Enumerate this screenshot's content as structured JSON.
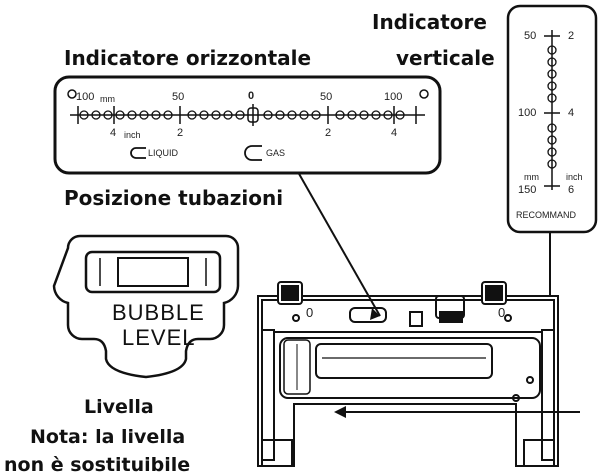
{
  "labels": {
    "horizontal_title": "Indicatore orizzontale",
    "vertical_title_1": "Indicatore",
    "vertical_title_2": "verticale",
    "pipe_position": "Posizione tubazioni",
    "level_caption": "Livella",
    "note_line_1": "Nota: la livella",
    "note_line_2": "non è sostituibile"
  },
  "horizontal_scale": {
    "mm_ticks": [
      "100",
      "50",
      "0",
      "50",
      "100"
    ],
    "mm_unit": "mm",
    "inch_ticks": [
      "4",
      "2",
      "2",
      "4"
    ],
    "inch_unit": "inch",
    "liquid_label": "LIQUID",
    "gas_label": "GAS"
  },
  "vertical_scale": {
    "mm_ticks": [
      "50",
      "100",
      "150"
    ],
    "inch_ticks": [
      "2",
      "4",
      "6"
    ],
    "mm_unit": "mm",
    "inch_unit": "inch",
    "recommend_label": "RECOMMAND"
  },
  "bubble_level": {
    "line_1": "BUBBLE",
    "line_2": "LEVEL"
  },
  "plate": {
    "zero_left": "0",
    "zero_right": "0"
  }
}
